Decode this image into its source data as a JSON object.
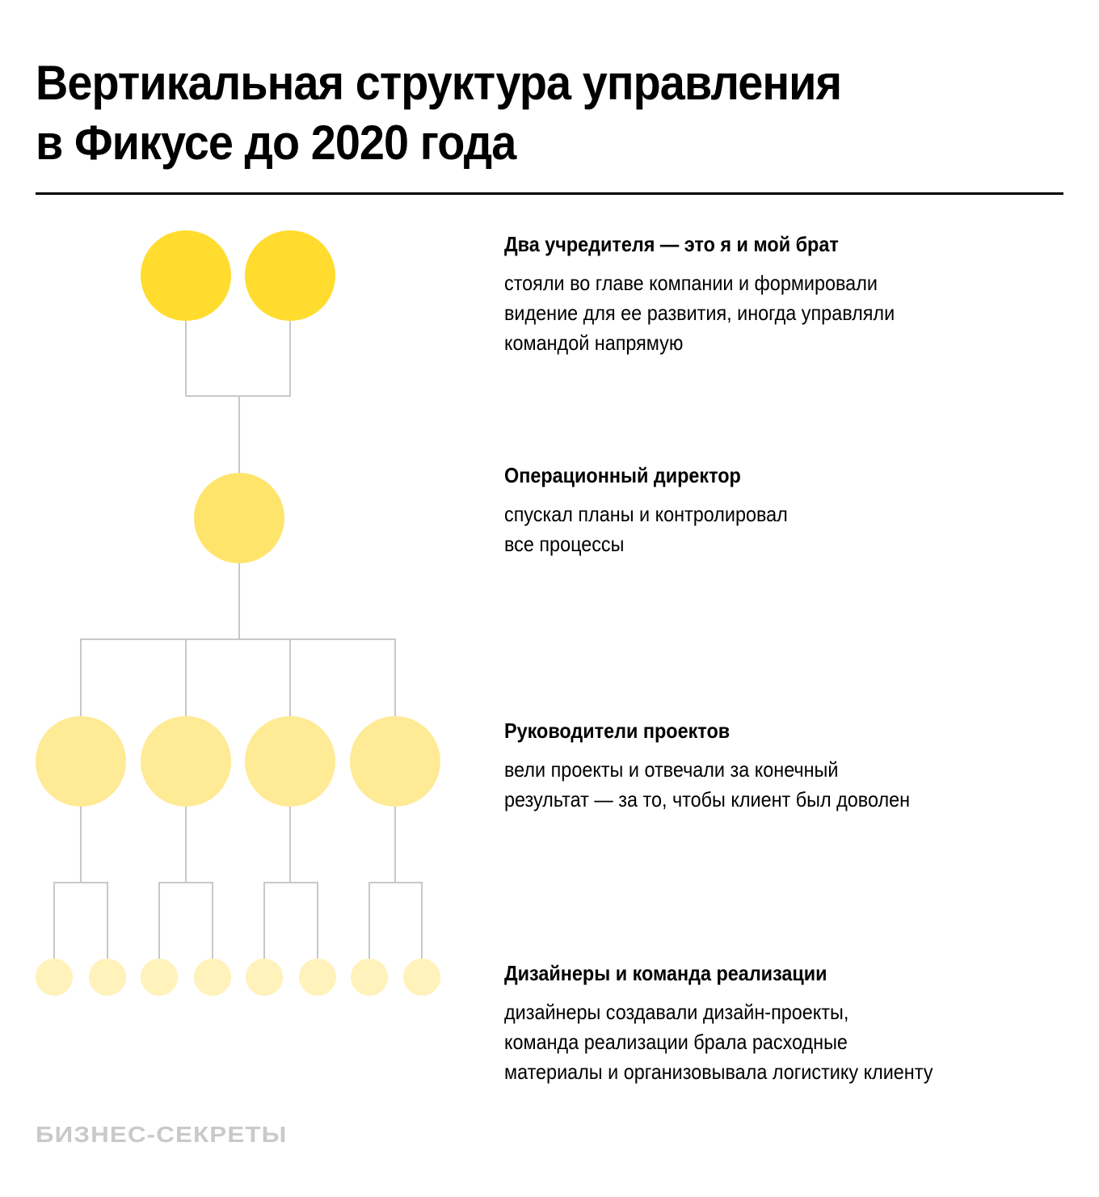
{
  "title": {
    "line1": "Вертикальная структура управления",
    "line2": "в Фикусе до 2020 года"
  },
  "colors": {
    "founders": "#FFDC2E",
    "director": "#FFE46C",
    "managers": "#FFEA95",
    "team": "#FFF2BA",
    "connector": "#C8C8C8",
    "rule": "#000000",
    "brand": "#C9C9C9"
  },
  "levels": [
    {
      "heading": "Два учредителя — это я и мой брат",
      "description": [
        "стояли во главе компании и формировали",
        "видение для ее развития, иногда управляли",
        "командой напрямую"
      ],
      "node_count": 2
    },
    {
      "heading": "Операционный директор",
      "description": [
        "спускал планы и контролировал",
        "все процессы"
      ],
      "node_count": 1
    },
    {
      "heading": "Руководители проектов",
      "description": [
        "вели проекты и отвечали за конечный",
        "результат — за то, чтобы клиент был доволен"
      ],
      "node_count": 4
    },
    {
      "heading": "Дизайнеры и команда реализации",
      "description": [
        "дизайнеры создавали дизайн-проекты,",
        "команда реализации брала расходные",
        "материалы и организовывала логистику клиенту"
      ],
      "node_count": 8
    }
  ],
  "brand": "БИЗНЕС-СЕКРЕТЫ"
}
